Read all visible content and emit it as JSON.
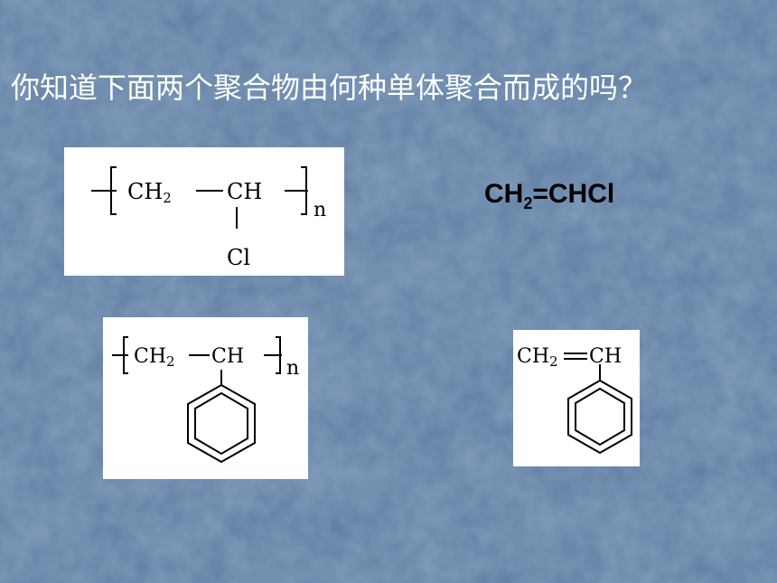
{
  "slide": {
    "question": "你知道下面两个聚合物由何种单体聚合而成的吗？"
  },
  "pvc_polymer": {
    "ch": "CH",
    "ch2": "CH",
    "sub2": "2",
    "substituent": "Cl",
    "repeat": "n"
  },
  "pvc_monomer": {
    "prefix": "CH",
    "sub": "2",
    "suffix": "=CHCl"
  },
  "ps_polymer": {
    "ch": "CH",
    "ch2": "CH",
    "sub2": "2",
    "repeat": "n"
  },
  "ps_monomer": {
    "ch2": "CH",
    "sub2": "2",
    "ch": "CH"
  },
  "colors": {
    "background": "#54739a",
    "title_text": "#ffffff",
    "panel": "#ffffff"
  }
}
